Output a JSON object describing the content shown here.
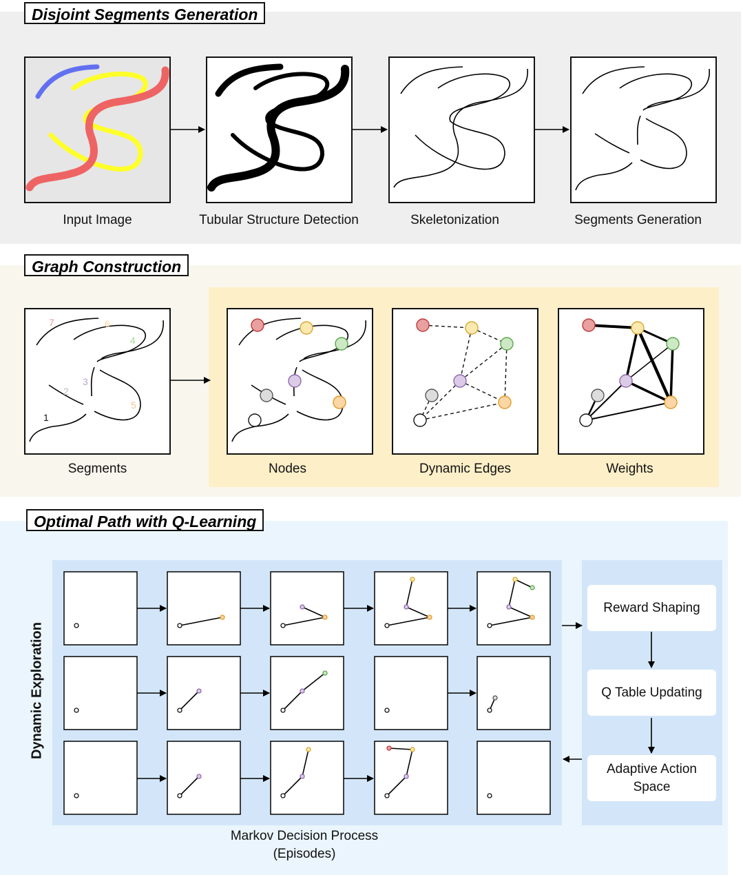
{
  "sections": {
    "segments_generation": {
      "title": "Disjoint Segments Generation",
      "captions": [
        "Input Image",
        "Tubular Structure Detection",
        "Skeletonization",
        "Segments Generation"
      ]
    },
    "graph_construction": {
      "title": "Graph Construction",
      "captions": [
        "Segments",
        "Nodes",
        "Dynamic Edges",
        "Weights"
      ],
      "segment_numbers": [
        "1",
        "2",
        "3",
        "4",
        "5",
        "6",
        "7"
      ]
    },
    "q_learning": {
      "title": "Optimal Path with Q-Learning",
      "side_label": "Dynamic Exploration",
      "mdp_caption_line1": "Markov Decision Process",
      "mdp_caption_line2": "(Episodes)",
      "steps": [
        "Reward Shaping",
        "Q Table Updating"
      ],
      "adaptive_line1": "Adaptive Action",
      "adaptive_line2": "Space"
    }
  },
  "colors": {
    "panel1_bg": "#efefef",
    "panel2_bg": "#f9f6ee",
    "panel2_inner": "#fdefc8",
    "panel3_bg": "#ebf5fd",
    "panel3_inner": "#d3e6f9",
    "node_red": "#e8a0a0",
    "node_yellow": "#fbe9b0",
    "node_green": "#cde8c4",
    "node_purple": "#dccbe6",
    "node_gray": "#dcdcdc",
    "node_orange": "#fbd6a6",
    "stroke_red": "#c0393b",
    "stroke_yellow": "#d7a72e",
    "stroke_green": "#5aa64e",
    "stroke_purple": "#8e6aae",
    "stroke_gray": "#555555",
    "stroke_orange": "#e09a22"
  }
}
